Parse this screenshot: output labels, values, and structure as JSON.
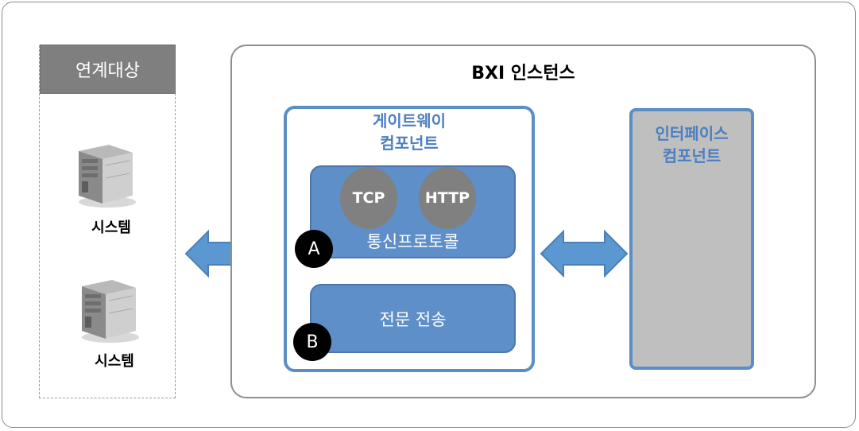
{
  "targets": {
    "header": "연계대상",
    "systems": [
      {
        "label": "시스템",
        "icon": "server-icon"
      },
      {
        "label": "시스템",
        "icon": "server-icon"
      }
    ]
  },
  "bxi": {
    "title": "BXI 인스턴스",
    "gateway": {
      "title_line1": "게이트웨이",
      "title_line2": "컴포넌트",
      "protocol_box": {
        "label": "통신프로토콜",
        "protocols": [
          "TCP",
          "HTTP"
        ],
        "badge": "A"
      },
      "message_box": {
        "label": "전문 전송",
        "badge": "B"
      }
    },
    "interface": {
      "title_line1": "인터페이스",
      "title_line2": "컴포넌트"
    }
  },
  "colors": {
    "accent_blue": "#5a8ec5",
    "box_blue": "#5f8fc8",
    "gray_header": "#7f7f7f",
    "interface_fill": "#bfbfbf",
    "protocol_circle": "#808080"
  }
}
